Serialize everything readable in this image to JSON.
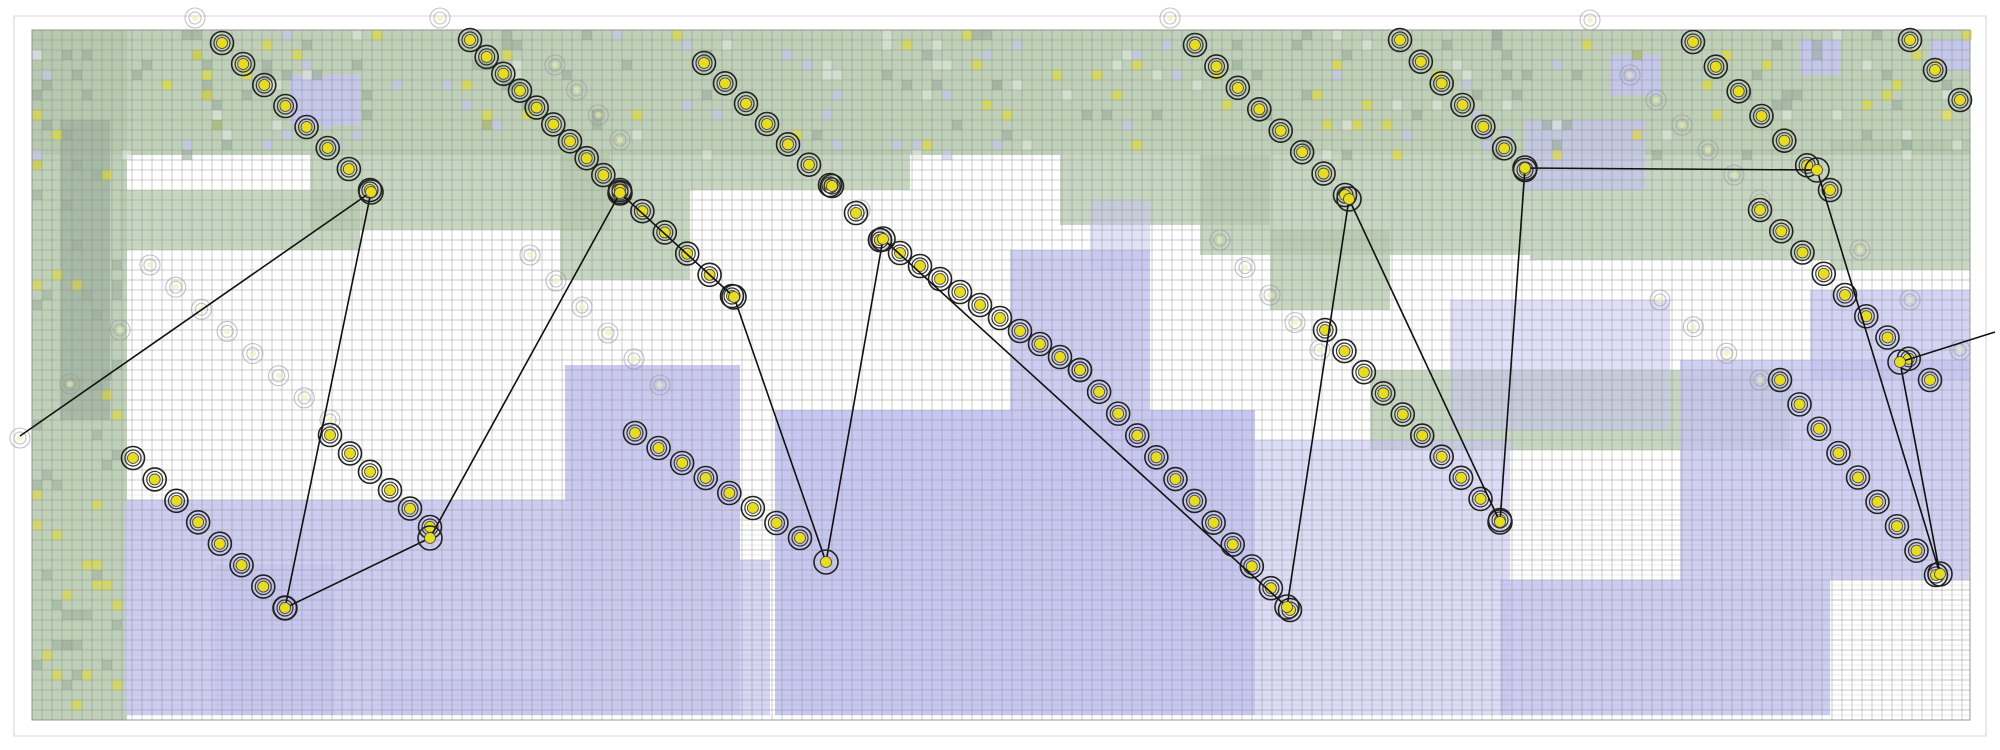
{
  "visualization": {
    "kind": "grid-cell-walk",
    "colors": {
      "background": "#ffffff",
      "green_cells": "#b4c8ac",
      "green_cells_dark": "#98ac98",
      "lavender_cells": "#c4c4f0",
      "lavender_cells_light": "#dcdcf8",
      "yellow_marker": "#e8dc1e",
      "path_line": "#111111",
      "grid_line": "#8a8a8a"
    },
    "marker_icon": "yellow-circle-with-double-ring",
    "ghost_icon": "faint-double-ring"
  }
}
